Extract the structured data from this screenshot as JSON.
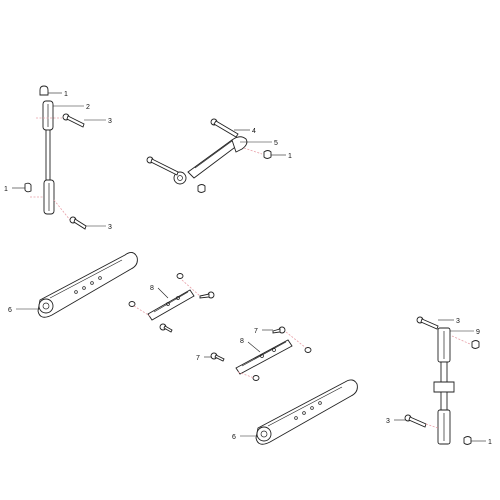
{
  "callouts": {
    "c1": "1",
    "c2": "2",
    "c3": "3",
    "c4": "4",
    "c5": "5",
    "c6": "6",
    "c7": "7",
    "c8": "8",
    "c9": "9"
  },
  "colors": {
    "line": "#222222",
    "centerline": "#e8a0a8",
    "background": "#ffffff"
  }
}
